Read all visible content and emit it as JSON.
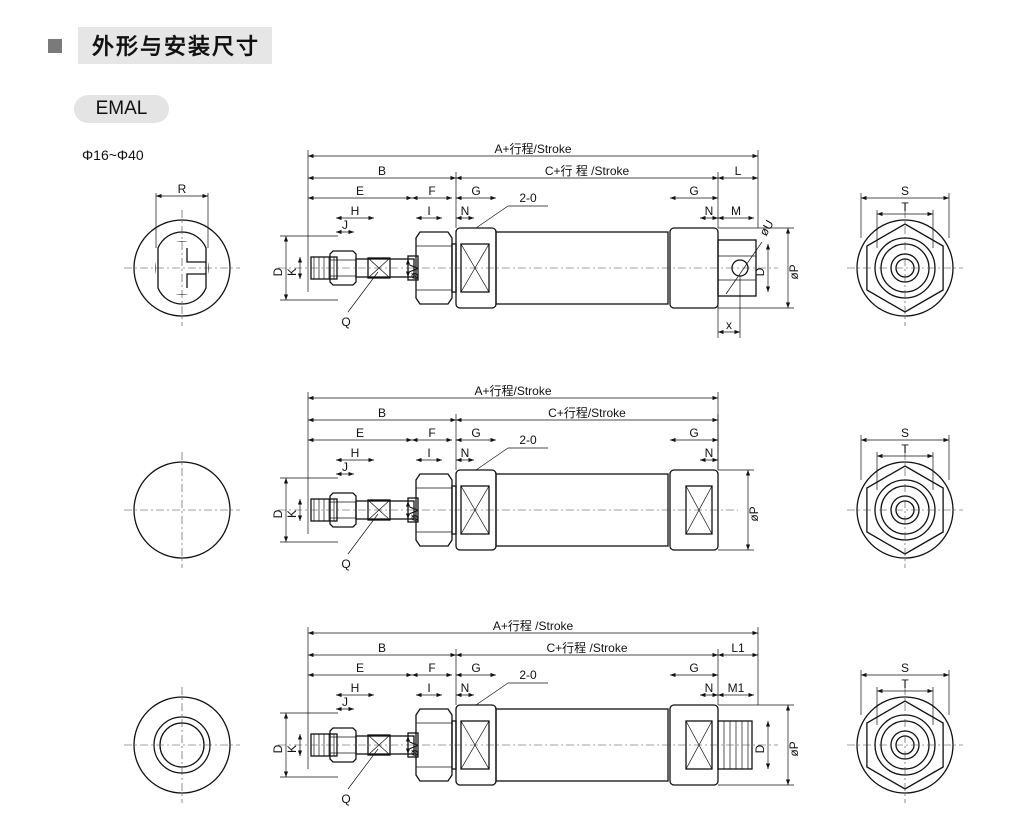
{
  "header": {
    "title": "外形与安装尺寸"
  },
  "model": {
    "name": "EMAL"
  },
  "range": {
    "text": "Φ16~Φ40"
  },
  "views": [
    {
      "A": "A+行程/Stroke",
      "B": "B",
      "C": "C+行 程 /Stroke",
      "E": "E",
      "F": "F",
      "G_left": "G",
      "G_right": "G",
      "H": "H",
      "I": "I",
      "J": "J",
      "N_left": "N",
      "N_right": "N",
      "M": "M",
      "L": "L",
      "U": "øU",
      "P": "øP",
      "D_right": "D",
      "D": "D",
      "K": "K",
      "V": "øV",
      "Q": "Q",
      "X": "x",
      "hole": "2-0",
      "R": "R",
      "S": "S",
      "T": "T"
    },
    {
      "A": "A+行程/Stroke",
      "B": "B",
      "C": "C+行程/Stroke",
      "E": "E",
      "F": "F",
      "G_left": "G",
      "G_right": "G",
      "H": "H",
      "I": "I",
      "J": "J",
      "N_left": "N",
      "N_right": "N",
      "P": "øP",
      "D": "D",
      "K": "K",
      "V": "øV",
      "Q": "Q",
      "hole": "2-0",
      "S": "S",
      "T": "T"
    },
    {
      "A": "A+行程 /Stroke",
      "B": "B",
      "C": "C+行程 /Stroke",
      "E": "E",
      "F": "F",
      "G_left": "G",
      "G_right": "G",
      "H": "H",
      "I": "I",
      "J": "J",
      "N_left": "N",
      "N_right": "N",
      "M": "M1",
      "L": "L1",
      "P": "øP",
      "D_right": "D",
      "D": "D",
      "K": "K",
      "V": "øV",
      "Q": "Q",
      "hole": "2-0",
      "S": "S",
      "T": "T"
    }
  ]
}
